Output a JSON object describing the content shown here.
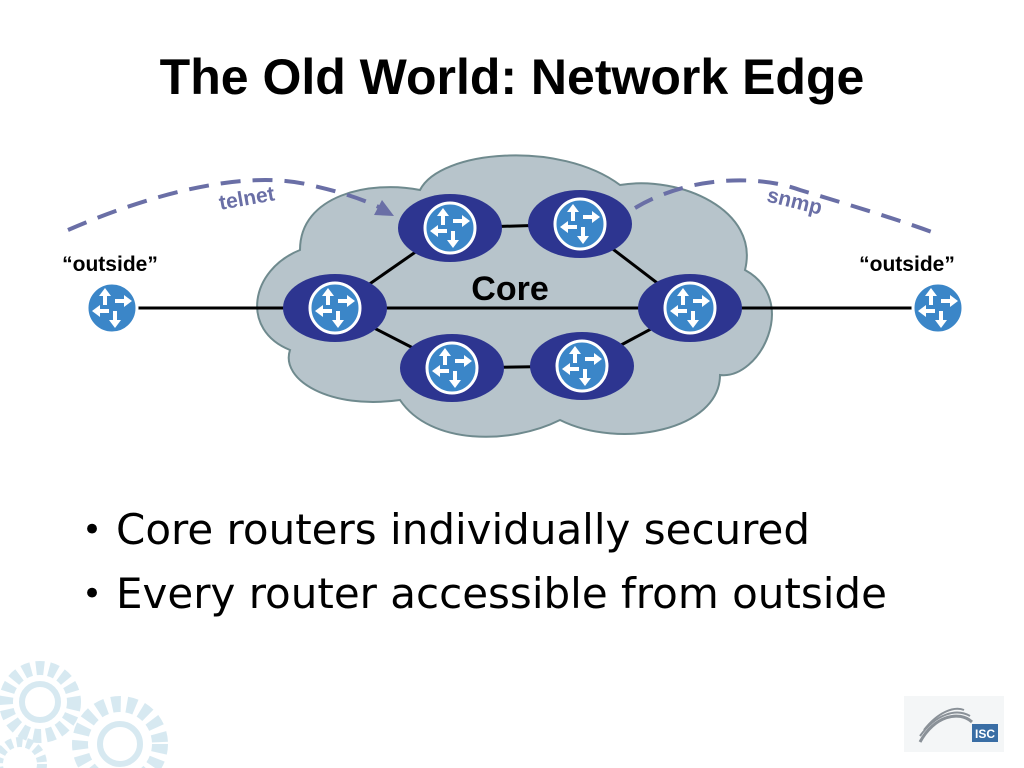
{
  "slide": {
    "title": "The Old World: Network Edge",
    "bullets": [
      "Core routers individually secured",
      "Every router accessible from outside"
    ]
  },
  "diagram": {
    "cloud_label": "Core",
    "left_label": "“outside”",
    "right_label": "“outside”",
    "telnet_label": "telnet",
    "snmp_label": "snmp"
  },
  "logo": {
    "text": "ISC"
  },
  "colors": {
    "cloud_fill": "#b7c4cb",
    "cloud_stroke": "#6f8a8e",
    "router_oval": "#2d3590",
    "router_icon": "#3b86c8",
    "protocol_arrow": "#6a6fa6",
    "link": "#000000"
  }
}
